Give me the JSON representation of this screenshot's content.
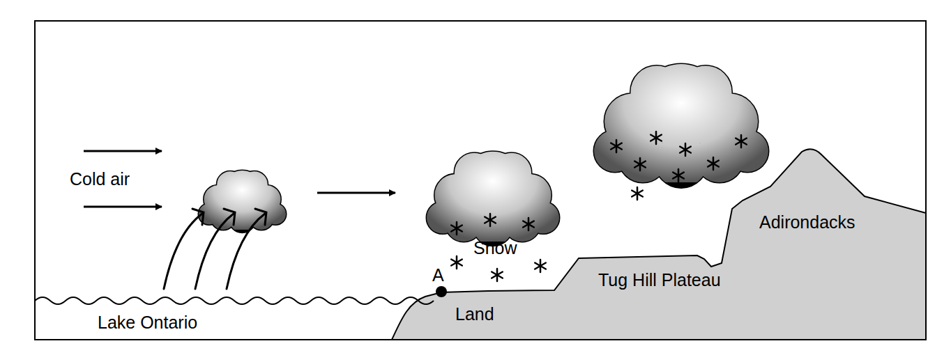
{
  "diagram": {
    "labels": [
      "Cold air",
      "Lake Ontario",
      "Snow",
      "A",
      "Land",
      "Tug Hill Plateau",
      "Adirondacks"
    ]
  }
}
